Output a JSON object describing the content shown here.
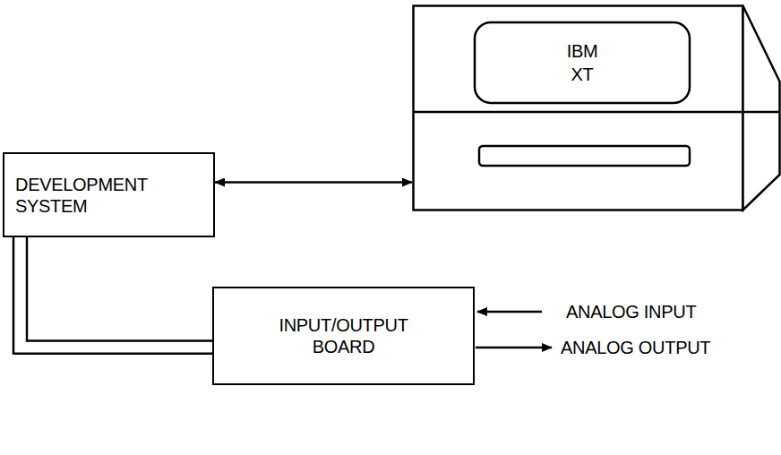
{
  "diagram": {
    "nodes": [
      {
        "text": [
          "DEVELOPMENT SYSTEM"
        ]
      },
      {
        "text": [
          "IBM XT"
        ]
      },
      {
        "text": [
          "INPUT/OUTPUT BOARD"
        ]
      }
    ],
    "edges": [
      {
        "from": 0,
        "to": 1,
        "arrow": "both"
      },
      {
        "from": 0,
        "to": 2,
        "arrow": "none"
      }
    ],
    "labels": [
      "ANALOG INPUT",
      "ANALOG OUTPUT"
    ]
  }
}
